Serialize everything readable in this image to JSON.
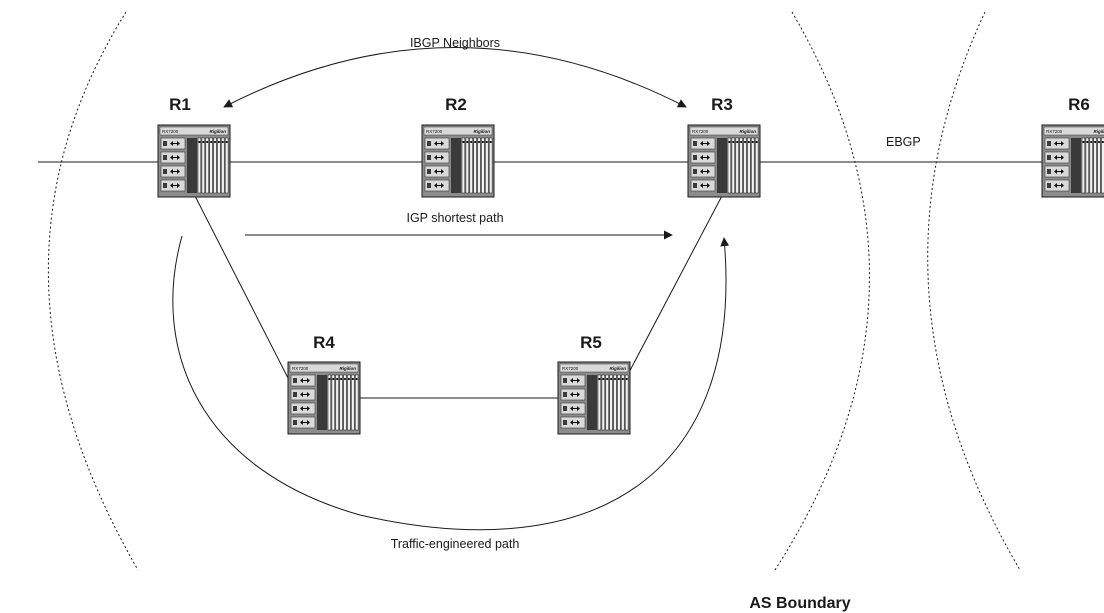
{
  "diagram": {
    "routers": [
      {
        "id": "r1",
        "label": "R1"
      },
      {
        "id": "r2",
        "label": "R2"
      },
      {
        "id": "r3",
        "label": "R3"
      },
      {
        "id": "r4",
        "label": "R4"
      },
      {
        "id": "r5",
        "label": "R5"
      },
      {
        "id": "r6",
        "label": "R6"
      }
    ],
    "labels": {
      "ibgp": "IBGP Neighbors",
      "ebgp": "EBGP",
      "igp": "IGP shortest path",
      "te": "Traffic-engineered path",
      "as_boundary": "AS Boundary"
    },
    "router_brand": "Rigilion",
    "router_model": "RX7200",
    "colors": {
      "line": "#1a1a1a",
      "chassis": "#8c8c8c",
      "chassis_dark": "#3a3a3a",
      "module": "#d9d9d9"
    }
  }
}
